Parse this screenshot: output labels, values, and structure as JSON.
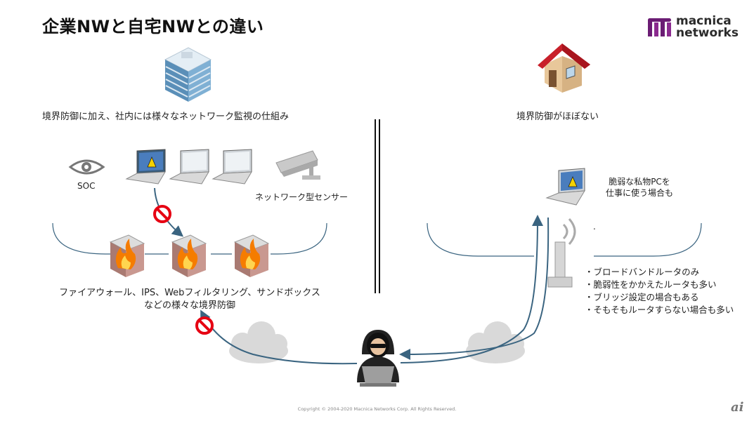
{
  "title": "企業NWと自宅NWとの違い",
  "logo": {
    "line1": "macnica",
    "line2": "networks",
    "accent": "#6b1c74"
  },
  "left": {
    "caption": "境界防御に加え、社内には様々なネットワーク監視の仕組み",
    "soc_label": "SOC",
    "sensor_label": "ネットワーク型センサー",
    "defense_line1": "ファイアウォール、IPS、Webフィルタリング、サンドボックス",
    "defense_line2": "などの様々な境界防御"
  },
  "right": {
    "caption": "境界防御がほぼない",
    "pc_line1": "脆弱な私物PCを",
    "pc_line2": "仕事に使う場合も",
    "dot": ".",
    "bullets": [
      "・ブロードバンドルータのみ",
      "・脆弱性をかかえたルータも多い",
      "・ブリッジ設定の場合もある",
      "・そもそもルータすらない場合も多い"
    ]
  },
  "copyright": "Copyright © 2004-2020 Macnica Networks Corp. All Rights Reserved.",
  "watermark": "ai",
  "colors": {
    "arrow": "#3a6480",
    "block": "#e60012",
    "building": "#6fa3c8",
    "roof": "#c8202a",
    "cloud": "#d9d9d9",
    "fire": "#f57c00"
  }
}
